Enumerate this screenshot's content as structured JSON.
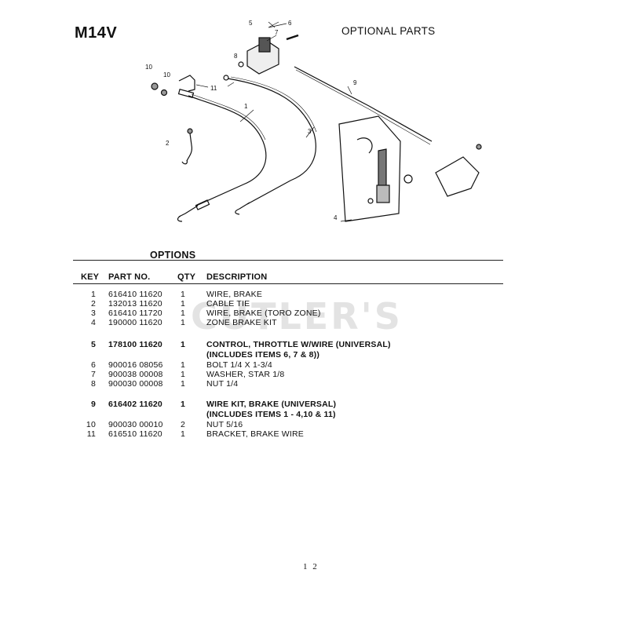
{
  "header": {
    "model": "M14V",
    "section_title": "OPTIONAL PARTS"
  },
  "diagram": {
    "callouts": [
      "1",
      "2",
      "3",
      "4",
      "5",
      "6",
      "7",
      "8",
      "9",
      "10",
      "10",
      "11"
    ]
  },
  "options": {
    "title": "OPTIONS",
    "columns": {
      "key": "KEY",
      "part_no": "PART NO.",
      "qty": "QTY",
      "description": "DESCRIPTION"
    },
    "rows": [
      {
        "key": "1",
        "part": "616410 11620",
        "qty": "1",
        "desc": "WIRE, BRAKE"
      },
      {
        "key": "2",
        "part": "132013 11620",
        "qty": "1",
        "desc": "CABLE TIE"
      },
      {
        "key": "3",
        "part": "616410 11720",
        "qty": "1",
        "desc": "WIRE, BRAKE (TORO ZONE)"
      },
      {
        "key": "4",
        "part": "190000 11620",
        "qty": "1",
        "desc": "ZONE BRAKE KIT"
      },
      {
        "key": "5",
        "part": "178100 11620",
        "qty": "1",
        "desc": "CONTROL, THROTTLE W/WIRE (UNIVERSAL)",
        "note": "(INCLUDES ITEMS 6, 7 & 8))"
      },
      {
        "key": "6",
        "part": "900016 08056",
        "qty": "1",
        "desc": "BOLT 1/4 X 1-3/4"
      },
      {
        "key": "7",
        "part": "900038 00008",
        "qty": "1",
        "desc": "WASHER, STAR  1/8"
      },
      {
        "key": "8",
        "part": "900030 00008",
        "qty": "1",
        "desc": "NUT  1/4"
      },
      {
        "key": "9",
        "part": "616402 11620",
        "qty": "1",
        "desc": "WIRE KIT, BRAKE (UNIVERSAL)",
        "note": "(INCLUDES ITEMS 1 - 4,10 & 11)"
      },
      {
        "key": "10",
        "part": "900030 00010",
        "qty": "2",
        "desc": "NUT 5/16"
      },
      {
        "key": "11",
        "part": "616510 11620",
        "qty": "1",
        "desc": "BRACKET, BRAKE WIRE"
      }
    ]
  },
  "watermark": "CUTLER'S",
  "page_number": "1 2"
}
